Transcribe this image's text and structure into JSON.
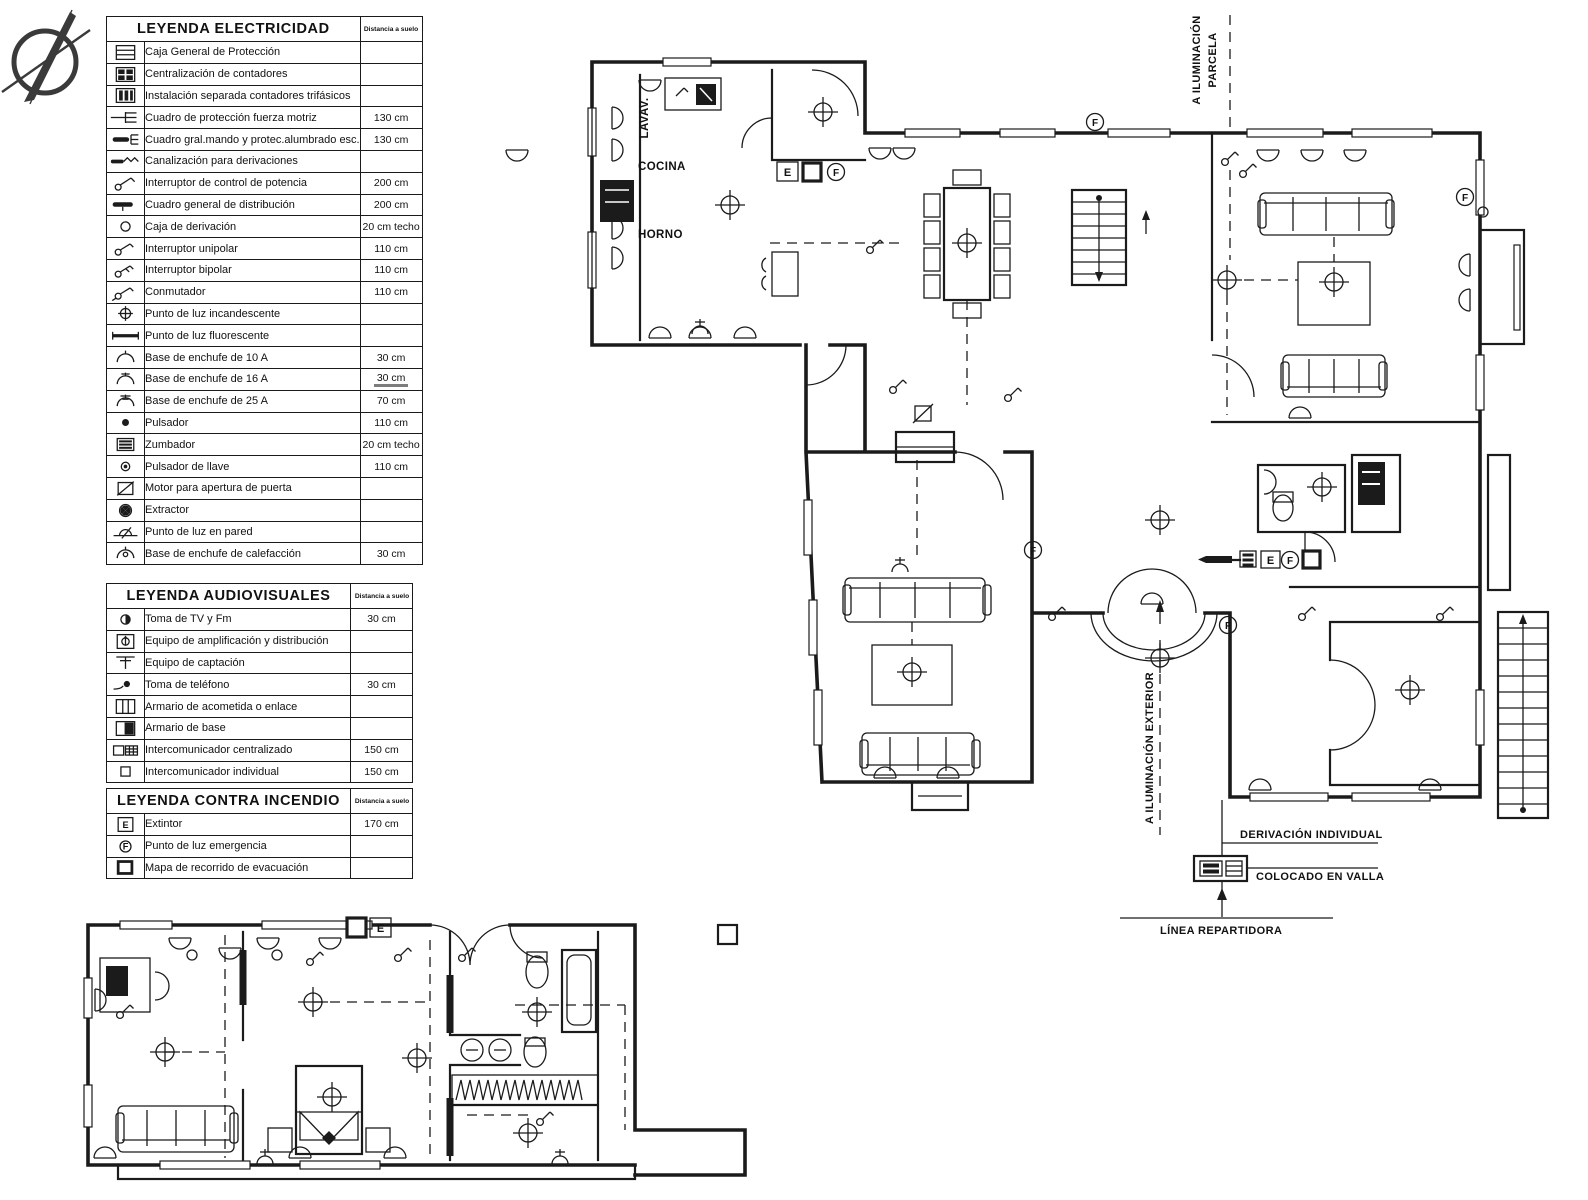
{
  "legends": [
    {
      "title": "LEYENDA ELECTRICIDAD",
      "distance_header": "Distancia a suelo",
      "rows": [
        {
          "symbol": "caja-general-proteccion",
          "label": "Caja General de Protección",
          "distance": ""
        },
        {
          "symbol": "centralizacion-contadores",
          "label": "Centralización de contadores",
          "distance": ""
        },
        {
          "symbol": "contadores-trifasicos",
          "label": "Instalación separada contadores trifásicos",
          "distance": ""
        },
        {
          "symbol": "cuadro-proteccion-fuerza",
          "label": "Cuadro de protección fuerza motriz",
          "distance": "130 cm"
        },
        {
          "symbol": "cuadro-gral-mando",
          "label": "Cuadro gral.mando y protec.alumbrado esc.",
          "distance": "130 cm"
        },
        {
          "symbol": "canalizacion-derivaciones",
          "label": "Canalización para derivaciones",
          "distance": ""
        },
        {
          "symbol": "interruptor-control-potencia",
          "label": "Interruptor de control de potencia",
          "distance": "200 cm"
        },
        {
          "symbol": "cuadro-general-distribucion",
          "label": "Cuadro general de distribución",
          "distance": "200 cm"
        },
        {
          "symbol": "caja-derivacion",
          "label": "Caja de derivación",
          "distance": "20 cm techo"
        },
        {
          "symbol": "interruptor-unipolar",
          "label": "Interruptor unipolar",
          "distance": "110 cm"
        },
        {
          "symbol": "interruptor-bipolar",
          "label": "Interruptor bipolar",
          "distance": "110 cm"
        },
        {
          "symbol": "conmutador",
          "label": "Conmutador",
          "distance": "110 cm"
        },
        {
          "symbol": "punto-luz-incandescente",
          "label": "Punto de luz incandescente",
          "distance": ""
        },
        {
          "symbol": "punto-luz-fluorescente",
          "label": "Punto de luz fluorescente",
          "distance": ""
        },
        {
          "symbol": "enchufe-10a",
          "label": "Base de enchufe de 10 A",
          "distance": "30 cm"
        },
        {
          "symbol": "enchufe-16a",
          "label": "Base de enchufe de 16 A",
          "distance": "30 cm",
          "smudge": true
        },
        {
          "symbol": "enchufe-25a",
          "label": "Base de enchufe de 25 A",
          "distance": "70 cm"
        },
        {
          "symbol": "pulsador",
          "label": "Pulsador",
          "distance": "110 cm"
        },
        {
          "symbol": "zumbador",
          "label": "Zumbador",
          "distance": "20 cm techo"
        },
        {
          "symbol": "pulsador-llave",
          "label": "Pulsador de llave",
          "distance": "110 cm"
        },
        {
          "symbol": "motor-apertura-puerta",
          "label": "Motor para apertura de puerta",
          "distance": ""
        },
        {
          "symbol": "extractor",
          "label": "Extractor",
          "distance": ""
        },
        {
          "symbol": "punto-luz-pared",
          "label": "Punto de luz en pared",
          "distance": ""
        },
        {
          "symbol": "enchufe-calefaccion",
          "label": "Base de enchufe de calefacción",
          "distance": "30 cm"
        }
      ]
    },
    {
      "title": "LEYENDA AUDIOVISUALES",
      "distance_header": "Distancia a suelo",
      "rows": [
        {
          "symbol": "toma-tv-fm",
          "label": "Toma de TV y Fm",
          "distance": "30 cm"
        },
        {
          "symbol": "equipo-amplificacion",
          "label": "Equipo de amplificación y distribución",
          "distance": ""
        },
        {
          "symbol": "equipo-captacion",
          "label": "Equipo de captación",
          "distance": ""
        },
        {
          "symbol": "toma-telefono",
          "label": "Toma de teléfono",
          "distance": "30 cm"
        },
        {
          "symbol": "armario-acometida",
          "label": "Armario de acometida o enlace",
          "distance": ""
        },
        {
          "symbol": "armario-base",
          "label": "Armario de base",
          "distance": ""
        },
        {
          "symbol": "intercom-centralizado",
          "label": "Intercomunicador centralizado",
          "distance": "150 cm"
        },
        {
          "symbol": "intercom-individual",
          "label": "Intercomunicador individual",
          "distance": "150 cm"
        }
      ]
    },
    {
      "title": "LEYENDA CONTRA INCENDIO",
      "distance_header": "Distancia a suelo",
      "rows": [
        {
          "symbol": "extintor-simbolo",
          "label": "Extintor",
          "distance": "170 cm"
        },
        {
          "symbol": "punto-luz-emergencia",
          "label": "Punto de luz emergencia",
          "distance": ""
        },
        {
          "symbol": "mapa-evacuacion",
          "label": "Mapa de recorrido de evacuación",
          "distance": ""
        }
      ]
    }
  ],
  "plan_labels": {
    "lavav": "LAVAV.",
    "cocina": "COCINA",
    "horno": "HORNO",
    "a_iluminacion": "A ILUMINACIÓN",
    "parcela": "PARCELA",
    "a_iluminacion_exterior": "A ILUMINACIÓN EXTERIOR",
    "derivacion_individual": "DERIVACIÓN INDIVIDUAL",
    "colocado_en_valla": "COLOCADO EN VALLA",
    "linea_repartidora": "LÍNEA REPARTIDORA",
    "extintor_marker": "E",
    "emergencia_marker": "F"
  },
  "colors": {
    "line": "#1b1b1b",
    "background": "#ffffff"
  }
}
